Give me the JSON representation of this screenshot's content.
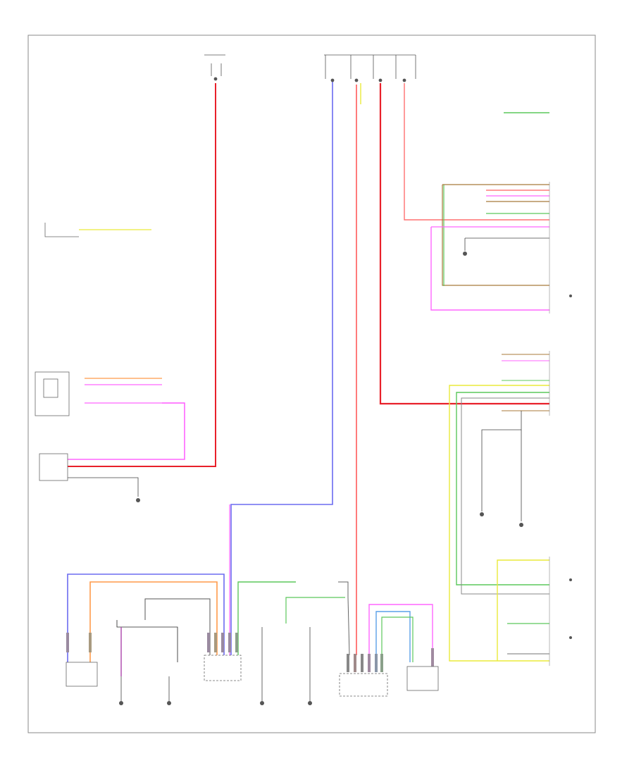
{
  "diagram": {
    "footer_code": "",
    "palette": {
      "red": "#e8202a",
      "blue": "#6b6bf0",
      "pink": "#ff66ff",
      "yellow": "#eaea3a",
      "green": "#5cc85c",
      "orange": "#ff9a4a",
      "brown": "#a87a3a",
      "gray": "#666666",
      "black": "#222222"
    },
    "components": [
      {
        "id": "seat-position-module",
        "text_lines": [
          "",
          "",
          ""
        ]
      },
      {
        "id": "central-electronic-module",
        "text_lines": [
          "",
          "",
          "",
          "",
          ""
        ]
      },
      {
        "id": "light-switch-module",
        "text_lines": [
          "",
          ""
        ]
      },
      {
        "id": "ground-left-a",
        "text_lines": [
          "",
          ""
        ]
      },
      {
        "id": "ground-left-b",
        "text_lines": [
          "",
          ""
        ]
      },
      {
        "id": "ground-center-a",
        "text_lines": [
          "",
          ""
        ]
      },
      {
        "id": "ground-center-b",
        "text_lines": [
          "",
          ""
        ]
      },
      {
        "id": "left-rear-door-module",
        "text_lines": [
          "",
          "",
          ""
        ]
      },
      {
        "id": "left-rear-power-window-switch",
        "text_lines": [
          "",
          "",
          ""
        ]
      },
      {
        "id": "right-rear-door-module",
        "text_lines": [
          "",
          "",
          ""
        ]
      },
      {
        "id": "right-rear-power-window-switch",
        "text_lines": [
          "",
          "",
          ""
        ]
      },
      {
        "id": "driver-door-module",
        "text_lines": [
          "",
          "",
          ""
        ]
      },
      {
        "id": "passenger-door-module",
        "text_lines": [
          "",
          "",
          ""
        ]
      },
      {
        "id": "passenger-window-switch",
        "text_lines": [
          "",
          ""
        ]
      },
      {
        "id": "driver-window-switch",
        "text_lines": [
          "",
          "",
          ""
        ]
      }
    ]
  }
}
